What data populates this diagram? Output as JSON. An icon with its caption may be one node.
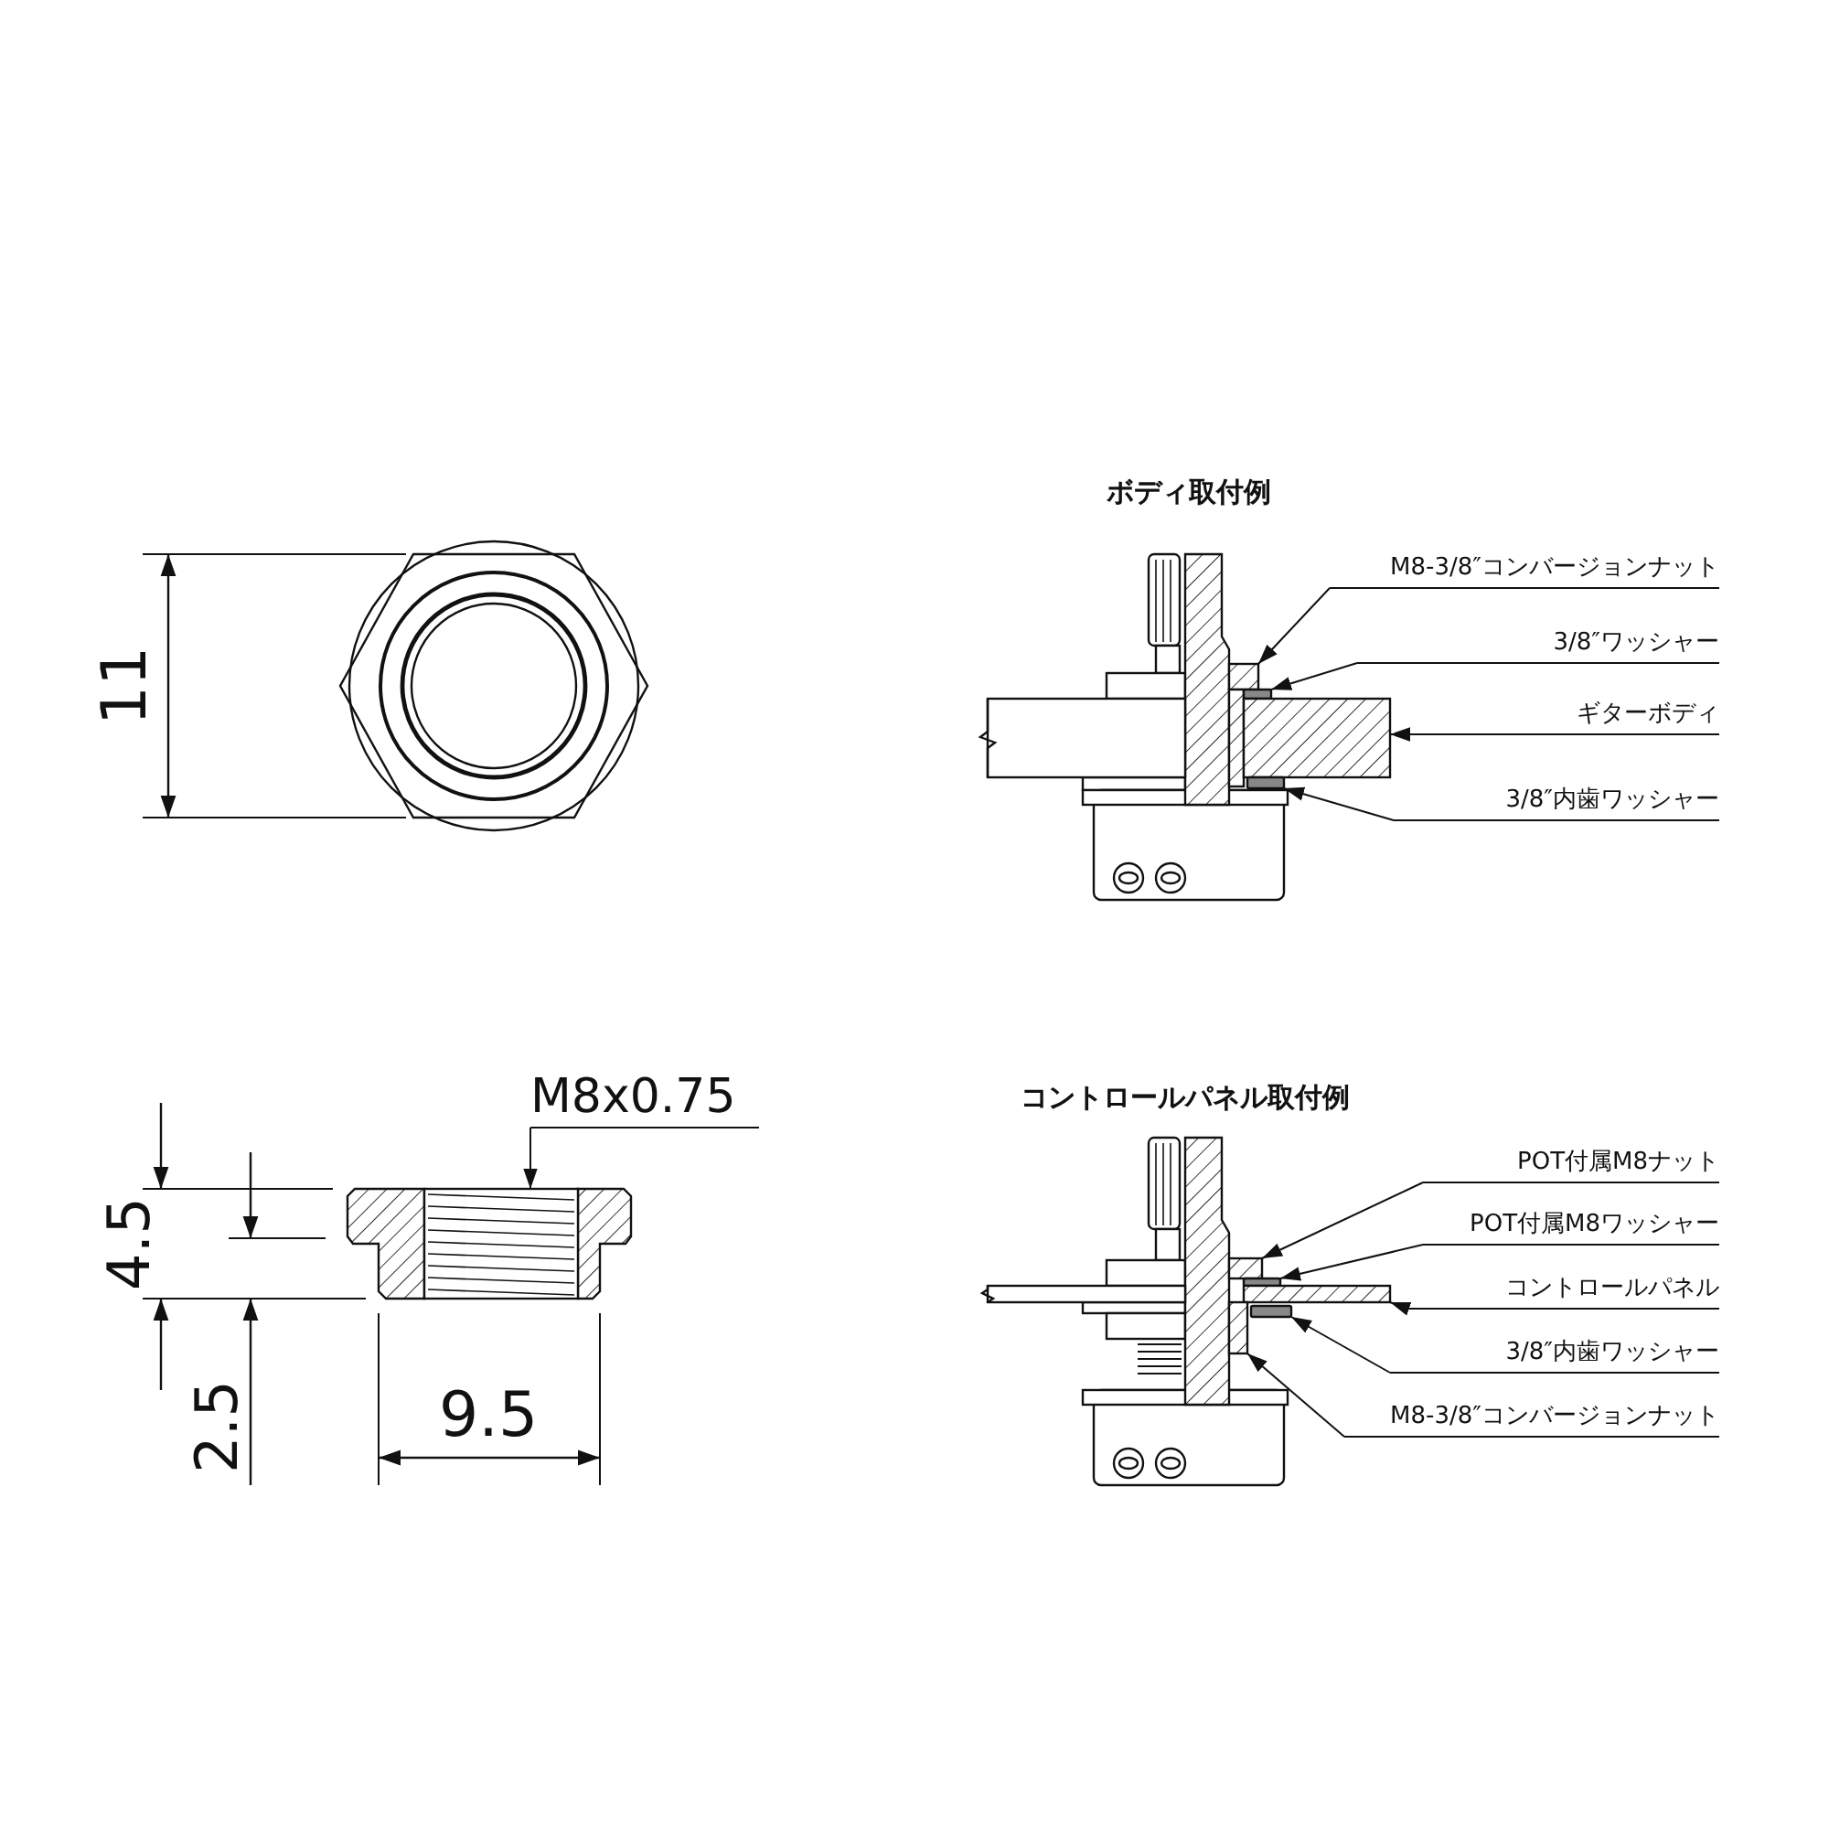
{
  "diagram": {
    "nodes": [
      {
        "text": [
          "M8x0.75"
        ]
      },
      {
        "text": [],
        "shape": "box"
      },
      {
        "text": [
          "M8-3/8″コンバージョンナット"
        ]
      },
      {
        "text": [
          "3/8″ワッシャー"
        ]
      },
      {
        "text": [
          "ギターボディ"
        ]
      },
      {
        "text": [
          "3/8″内歯ワッシャー"
        ]
      },
      {
        "text": [],
        "shape": "box"
      },
      {
        "text": [],
        "shape": "bar"
      },
      {
        "text": [],
        "shape": "box"
      },
      {
        "text": [],
        "shape": "bar"
      },
      {
        "text": [
          "POT付属M8ナット"
        ]
      },
      {
        "text": [
          "POT付属M8ワッシャー"
        ]
      },
      {
        "text": [
          "コントロールパネル"
        ]
      },
      {
        "text": [
          "3/8″内歯ワッシャー"
        ]
      },
      {
        "text": [
          "M8-3/8″コンバージョンナット"
        ]
      },
      {
        "text": [],
        "shape": "box"
      },
      {
        "text": [],
        "shape": "bar"
      },
      {
        "text": [],
        "shape": "box"
      },
      {
        "text": [],
        "shape": "bar"
      },
      {
        "text": [],
        "shape": "box"
      }
    ],
    "edges": [
      {
        "from": 0,
        "to": 1,
        "arrow": "to"
      },
      {
        "from": 2,
        "to": 6,
        "arrow": "to"
      },
      {
        "from": 3,
        "to": 7,
        "arrow": "to"
      },
      {
        "from": 4,
        "to": 8,
        "arrow": "to"
      },
      {
        "from": 5,
        "to": 9,
        "arrow": "to"
      },
      {
        "from": 10,
        "to": 15,
        "arrow": "to"
      },
      {
        "from": 11,
        "to": 16,
        "arrow": "to"
      },
      {
        "from": 12,
        "to": 17,
        "arrow": "to"
      },
      {
        "from": 13,
        "to": 18,
        "arrow": "to"
      },
      {
        "from": 14,
        "to": 19,
        "arrow": "to"
      }
    ],
    "labels": [
      "ボディ取付例",
      "11",
      "コントロールパネル取付例",
      "4.5",
      "2.5",
      "9.5"
    ]
  }
}
